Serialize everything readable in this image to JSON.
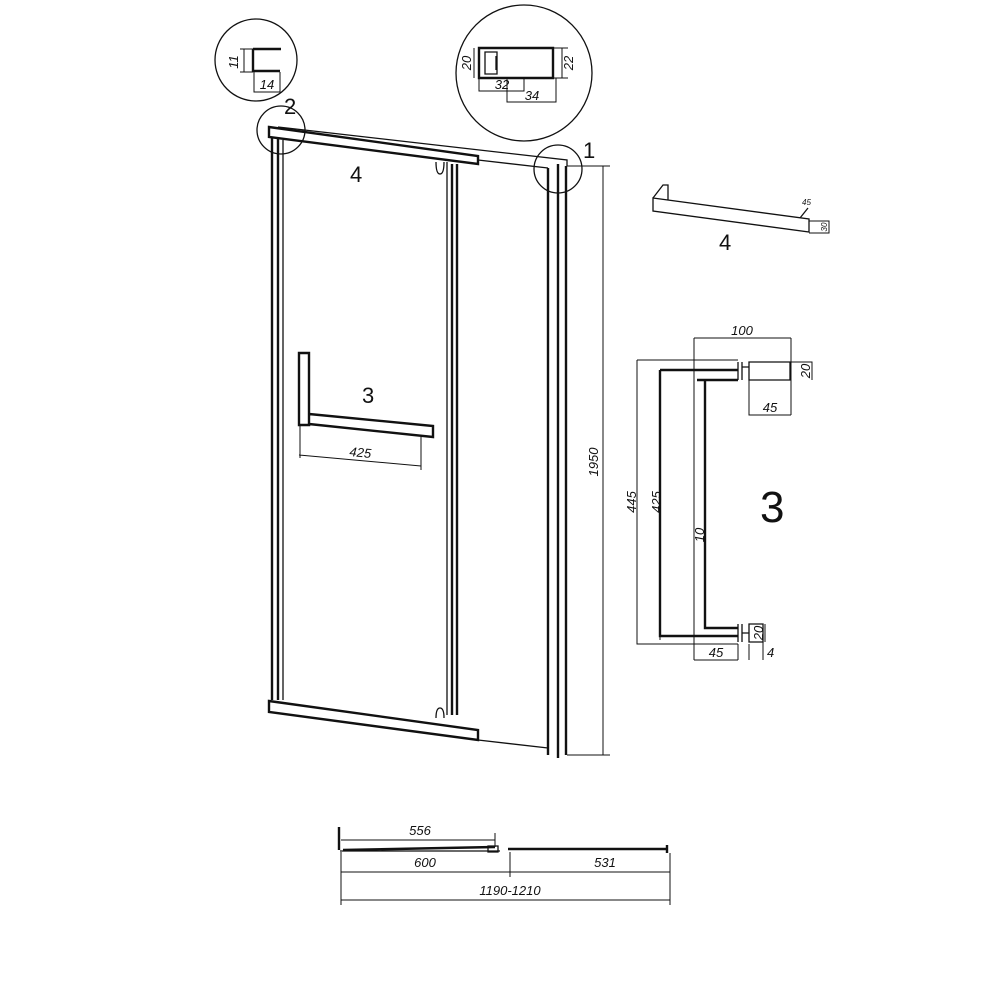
{
  "callouts": {
    "one": "1",
    "two": "2",
    "three": "3",
    "four": "4"
  },
  "detail_2": {
    "height": "11",
    "width": "14"
  },
  "detail_1": {
    "left_height": "20",
    "right_height": "22",
    "inner_width": "32",
    "outer_width": "34"
  },
  "door": {
    "height": "1950",
    "handle_length": "425"
  },
  "bar_4": {
    "label": "4",
    "angle": "45",
    "height": "30"
  },
  "handle_3": {
    "label": "3",
    "depth": "100",
    "post_height": "20",
    "post_depth": "45",
    "total_height": "445",
    "center_distance": "425",
    "bar_thickness": "10",
    "bottom_depth": "45",
    "bottom_height": "20",
    "gap": "4"
  },
  "plan": {
    "door_opening": "556",
    "door_width": "600",
    "fixed_width": "531",
    "total_width": "1190-1210"
  }
}
